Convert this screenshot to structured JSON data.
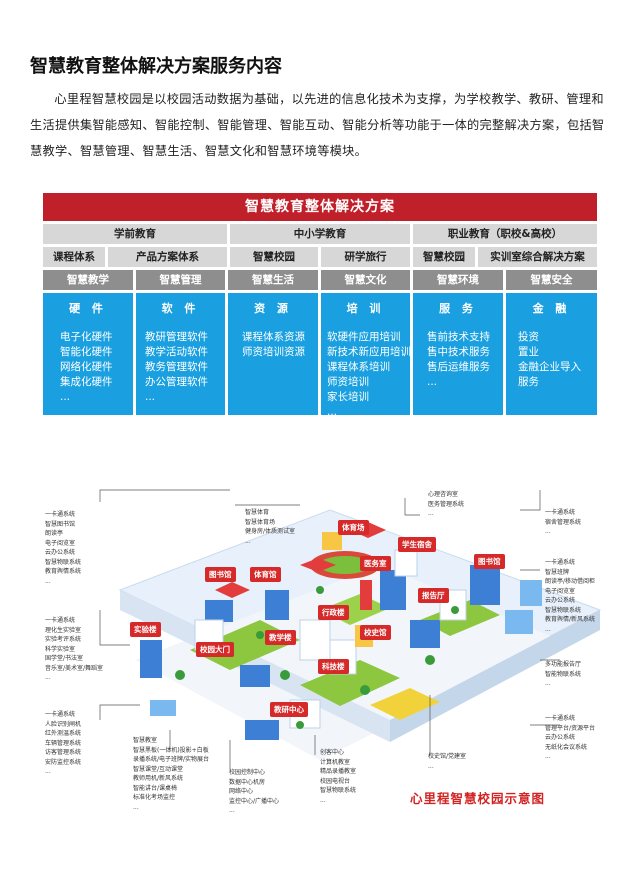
{
  "title": "智慧教育整体解决方案服务内容",
  "intro": "心里程智慧校园是以校园活动数据为基础，以先进的信息化技术为支撑，为学校教学、教研、管理和生活提供集智能感知、智能控制、智能管理、智能互动、智能分析等功能于一体的完整解决方案，包括智慧教学、智慧管理、智慧生活、智慧文化和智慧环境等模块。",
  "solution": {
    "header": "智慧教育整体解决方案",
    "levels": [
      "学前教育",
      "中小学教育",
      "职业教育（职校&高校）"
    ],
    "systems": [
      "课程体系",
      "产品方案体系",
      "智慧校园",
      "研学旅行",
      "智慧校园",
      "实训室综合解决方案"
    ],
    "modules": [
      "智慧教学",
      "智慧管理",
      "智慧生活",
      "智慧文化",
      "智慧环境",
      "智慧安全"
    ],
    "columns": [
      {
        "head": "硬 件",
        "items": [
          "电子化硬件",
          "智能化硬件",
          "网络化硬件",
          "集成化硬件",
          "..."
        ]
      },
      {
        "head": "软 件",
        "items": [
          "教研管理软件",
          "教学活动软件",
          "教务管理软件",
          "办公管理软件",
          "..."
        ]
      },
      {
        "head": "资 源",
        "items": [
          "课程体系资源",
          "师资培训资源"
        ]
      },
      {
        "head": "培 训",
        "items": [
          "软硬件应用培训",
          "新技术新应用培训",
          "课程体系培训",
          "师资培训",
          "家长培训",
          "..."
        ]
      },
      {
        "head": "服 务",
        "items": [
          "售前技术支持",
          "售中技术服务",
          "售后运维服务",
          "..."
        ]
      },
      {
        "head": "金 融",
        "items": [
          "投资",
          "置业",
          "金融企业导入",
          "服务"
        ]
      }
    ]
  },
  "campus": {
    "caption": "心里程智慧校园示意图",
    "tags": [
      "体育场",
      "学生宿舍",
      "图书馆",
      "体育馆",
      "医务室",
      "图书馆",
      "报告厅",
      "行政楼",
      "实验楼",
      "校史馆",
      "教学楼",
      "科技楼",
      "校园大门",
      "教研中心"
    ],
    "notes": {
      "n1": [
        "一卡通系统",
        "智慧图书馆",
        "朗读亭",
        "电子阅览室",
        "云办公系统",
        "智慧物联系统",
        "教育舆情系统",
        "..."
      ],
      "n2": [
        "智慧体育",
        "智慧体育场",
        "健身房/体质测试室",
        "..."
      ],
      "n3": [
        "心理咨询室",
        "医务管理系统",
        "..."
      ],
      "n4": [
        "一卡通系统",
        "宿舍管理系统",
        "..."
      ],
      "n5": [
        "一卡通系统",
        "智慧班牌",
        "朗读亭/移动借阅柜",
        "电子阅览室",
        "云办公系统",
        "智慧物联系统",
        "教育舆情/新风系统",
        "..."
      ],
      "n6": [
        "一卡通系统",
        "理化生实验室",
        "实验考评系统",
        "科学实验室",
        "国学堂/书法室",
        "音乐室/美术室/舞蹈室",
        "..."
      ],
      "n7": [
        "多功能报告厅",
        "智能物联系统",
        "..."
      ],
      "n8": [
        "一卡通系统",
        "人脸识别闸机",
        "红外测温系统",
        "车辆管理系统",
        "访客管理系统",
        "安防监控系统",
        "..."
      ],
      "n9": [
        "智慧教室",
        "智慧黑板(一体机)投影+白板",
        "录播系统/电子班牌/实物展台",
        "智慧课堂/互动课堂",
        "教师用机/新风系统",
        "智能讲台/课桌椅",
        "标准化考场监控",
        "..."
      ],
      "n10": [
        "校园控制中心",
        "数据中心机房",
        "网络中心",
        "监控中心/广播中心",
        "..."
      ],
      "n11": [
        "创客中心",
        "计算机教室",
        "精品录播教室",
        "校园电视台",
        "智慧物联系统",
        "..."
      ],
      "n12": [
        "校史馆/党建室",
        "..."
      ],
      "n13": [
        "一卡通系统",
        "管理平台/资源平台",
        "云办公系统",
        "无纸化会议系统",
        "..."
      ]
    }
  }
}
